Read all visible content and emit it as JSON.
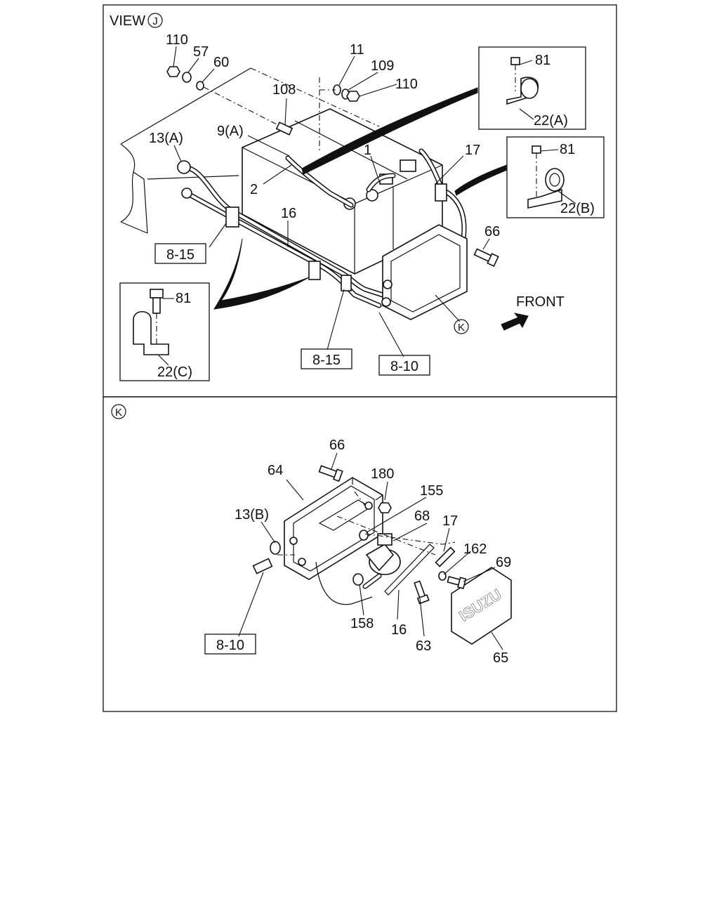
{
  "view_j": {
    "label_prefix": "VIEW",
    "label_symbol": "J",
    "callouts": {
      "c110a": "110",
      "c57": "57",
      "c60": "60",
      "c108": "108",
      "c11": "11",
      "c109": "109",
      "c110b": "110",
      "c13a": "13(A)",
      "c9a": "9(A)",
      "c1": "1",
      "c2": "2",
      "c16": "16",
      "c17": "17",
      "c66": "66",
      "c81a": "81",
      "c22a": "22(A)",
      "c81b": "81",
      "c22b": "22(B)",
      "c81c": "81",
      "c22c": "22(C)"
    },
    "refs": {
      "r815a": "8-15",
      "r815b": "8-15",
      "r810": "8-10"
    },
    "k_marker": "K",
    "front_label": "FRONT"
  },
  "view_k": {
    "label_symbol": "K",
    "callouts": {
      "c66": "66",
      "c64": "64",
      "c180": "180",
      "c155": "155",
      "c13b": "13(B)",
      "c68": "68",
      "c17": "17",
      "c162": "162",
      "c69": "69",
      "c158": "158",
      "c16": "16",
      "c63": "63",
      "c65": "65"
    },
    "refs": {
      "r810": "8-10"
    },
    "cover_logo": "ISUZU"
  }
}
